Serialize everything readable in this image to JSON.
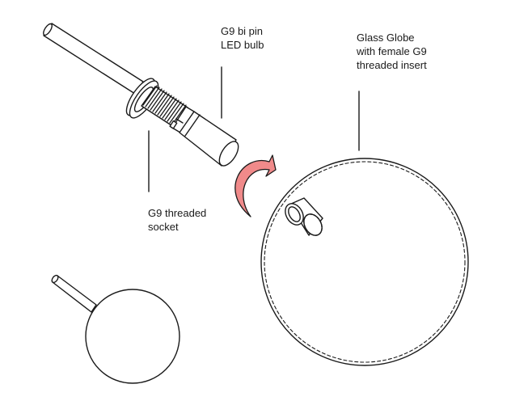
{
  "labels": {
    "bulb": {
      "line1": "G9 bi pin",
      "line2": "LED bulb"
    },
    "globe": {
      "line1": "Glass Globe",
      "line2": "with female G9",
      "line3": "threaded insert"
    },
    "socket": {
      "line1": "G9 threaded",
      "line2": "socket"
    }
  },
  "colors": {
    "stroke": "#1a1a1a",
    "arrow": "#f08a8a",
    "background": "#ffffff"
  },
  "icons": {
    "rotate_arrow": "rotate-arrow-icon"
  }
}
